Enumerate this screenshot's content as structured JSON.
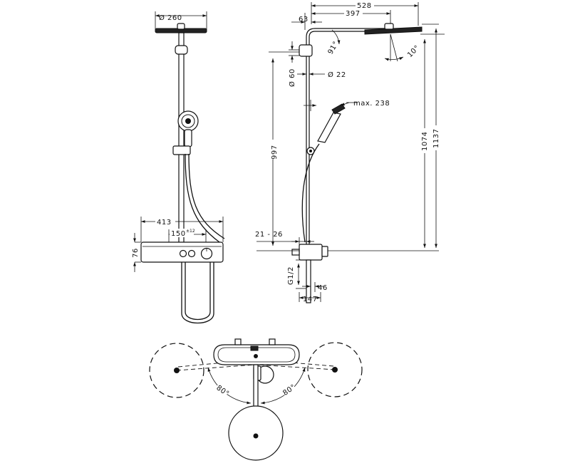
{
  "front_view": {
    "head_diameter": "Ø 260",
    "width": "413",
    "spacing": "150",
    "spacing_tolerance": "±12",
    "thermostat_height": "76"
  },
  "side_view": {
    "arm_total": "528",
    "arm_length": "397",
    "wall_offset": "63",
    "arm_angle": "91°",
    "head_tilt": "10°",
    "bracket_diameter": "Ø 60",
    "rail_diameter": "Ø 22",
    "hand_shower_max": "max. 238",
    "rail_height": "997",
    "height_1074": "1074",
    "height_1137": "1137",
    "inlet_offset": "21 - 26",
    "thread": "G1/2",
    "outlet_width": "46",
    "outlet_depth": "147"
  },
  "top_view": {
    "swivel_left": "80°",
    "swivel_right": "80°"
  }
}
